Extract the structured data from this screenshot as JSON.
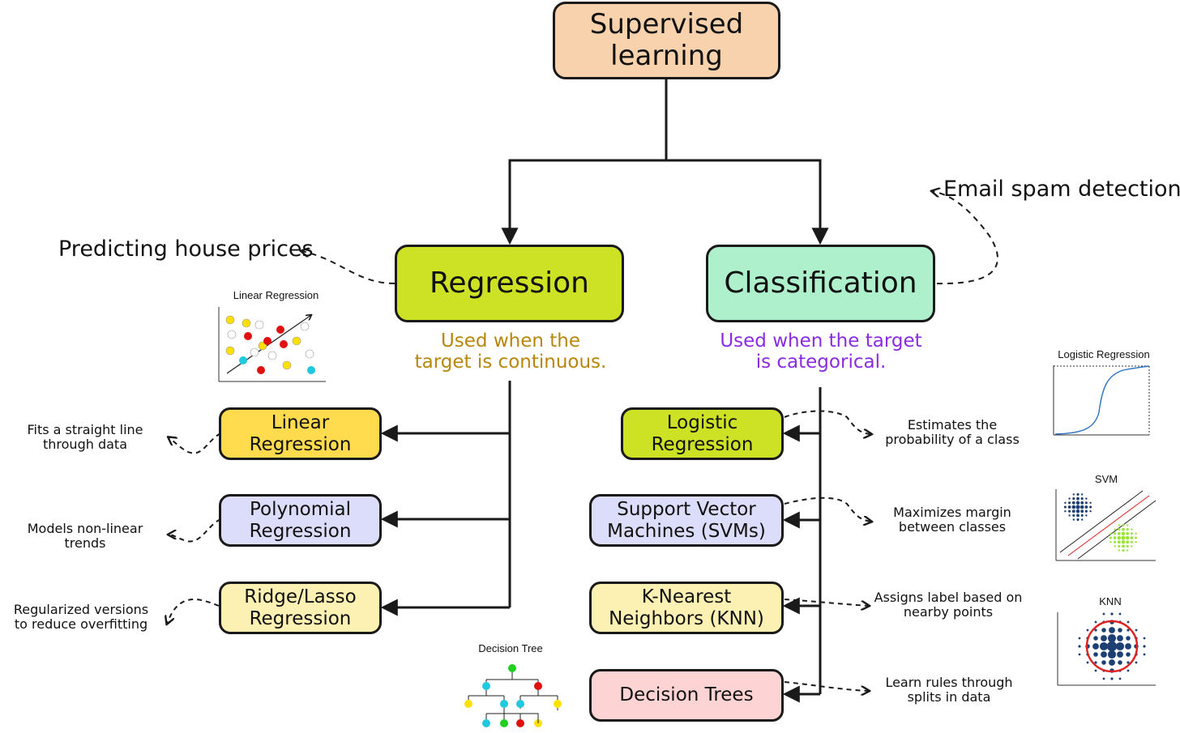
{
  "root": {
    "label": "Supervised\nlearning",
    "color": "#f8d2ad"
  },
  "regression": {
    "label": "Regression",
    "color": "#cde125",
    "note": "Used when the\ntarget is continuous.",
    "note_color": "#b8860b",
    "example": "Predicting house prices",
    "methods": [
      {
        "label": "Linear\nRegression",
        "color": "#ffdb4d",
        "desc": "Fits a straight line\nthrough data"
      },
      {
        "label": "Polynomial\nRegression",
        "color": "#dcdcfb",
        "desc": "Models non-linear\ntrends"
      },
      {
        "label": "Ridge/Lasso\nRegression",
        "color": "#fcf1b3",
        "desc": "Regularized versions\nto reduce overfitting"
      }
    ]
  },
  "classification": {
    "label": "Classification",
    "color": "#adf0cb",
    "note": "Used when the target\nis categorical.",
    "note_color": "#8a2be2",
    "example": "Email spam detection",
    "methods": [
      {
        "label": "Logistic\nRegression",
        "color": "#cde125",
        "desc": "Estimates the\nprobability of a class"
      },
      {
        "label": "Support Vector\nMachines (SVMs)",
        "color": "#dcdcfb",
        "desc": "Maximizes margin\nbetween classes"
      },
      {
        "label": "K-Nearest\nNeighbors (KNN)",
        "color": "#fcf1b3",
        "desc": "Assigns label based on\nnearby points"
      },
      {
        "label": "Decision Trees",
        "color": "#fdd3d3",
        "desc": "Learn rules through\nsplits in data"
      }
    ]
  },
  "mini_charts": {
    "linear_regression": "Linear Regression",
    "logistic_regression": "Logistic Regression",
    "svm": "SVM",
    "knn": "KNN",
    "decision_tree": "Decision Tree"
  }
}
